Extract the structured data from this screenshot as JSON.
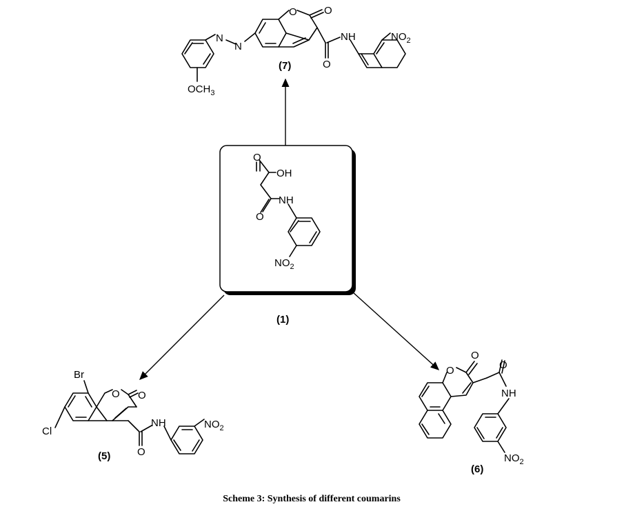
{
  "caption": "Scheme 3: Synthesis of different coumarins",
  "compounds": {
    "start": {
      "label": "(1)",
      "atoms": {
        "o_carbonyl_acid": "O",
        "oh": "OH",
        "nh": "NH",
        "o_amide": "O",
        "no2": "NO",
        "no2_sub": "2"
      }
    },
    "c7": {
      "label": "(7)",
      "atoms": {
        "n1": "N",
        "n2": "N",
        "ring_o": "O",
        "o_lactone": "O",
        "nh": "NH",
        "o_amide": "O",
        "no2": "NO",
        "no2_sub": "2",
        "och3_pre": "OCH",
        "och3_sub": "3"
      }
    },
    "c5": {
      "label": "(5)",
      "atoms": {
        "br": "Br",
        "cl": "Cl",
        "ring_o": "O",
        "o_lactone": "O",
        "nh": "NH",
        "o_amide": "O",
        "no2": "NO",
        "no2_sub": "2"
      }
    },
    "c6": {
      "label": "(6)",
      "atoms": {
        "ring_o": "O",
        "o_lactone": "O",
        "o_amide": "O",
        "nh": "NH",
        "no2": "NO",
        "no2_sub": "2"
      }
    }
  }
}
